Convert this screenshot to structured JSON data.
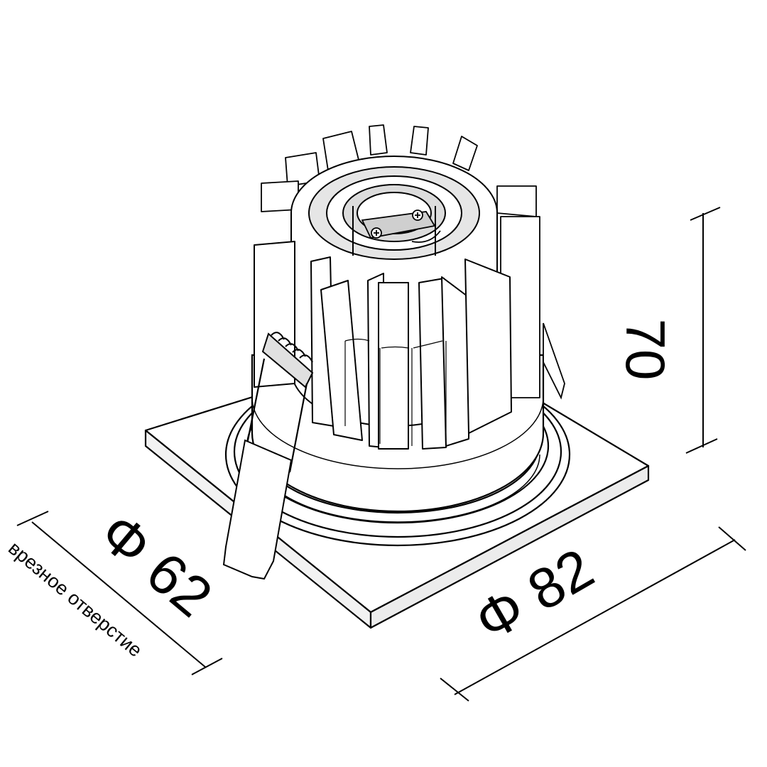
{
  "dimensions": {
    "cutout_diameter": "Φ 62",
    "cutout_caption": "врезное отверстие",
    "outer_size": "Φ 82",
    "height": "70"
  },
  "colors": {
    "line": "#000000",
    "fill": "#ffffff",
    "shade": "#d9d9d9"
  }
}
